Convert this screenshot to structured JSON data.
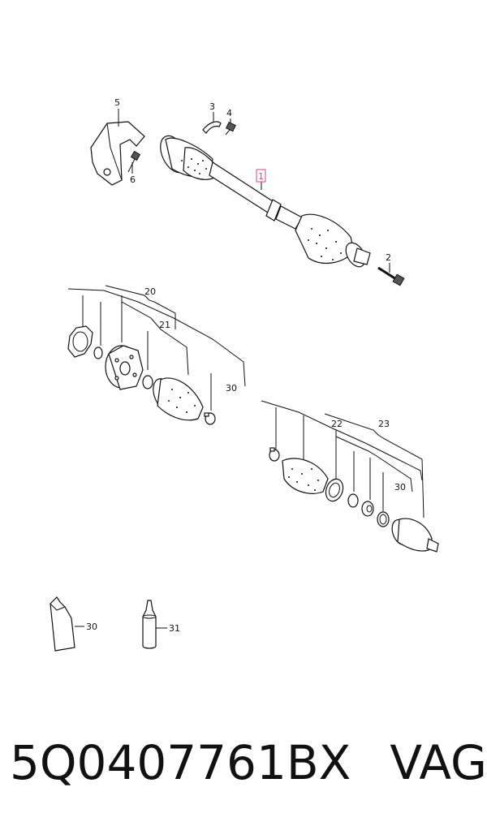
{
  "diagram": {
    "callouts": {
      "c1": "1",
      "c2": "2",
      "c3": "3",
      "c4": "4",
      "c5": "5",
      "c6": "6",
      "c20": "20",
      "c21": "21",
      "c30a": "30",
      "c22": "22",
      "c23": "23",
      "c30b": "30",
      "c30c": "30",
      "c31": "31"
    },
    "highlight_color": "#e0457b"
  },
  "caption": {
    "part_number": "5Q0407761BX",
    "brand": "VAG"
  }
}
